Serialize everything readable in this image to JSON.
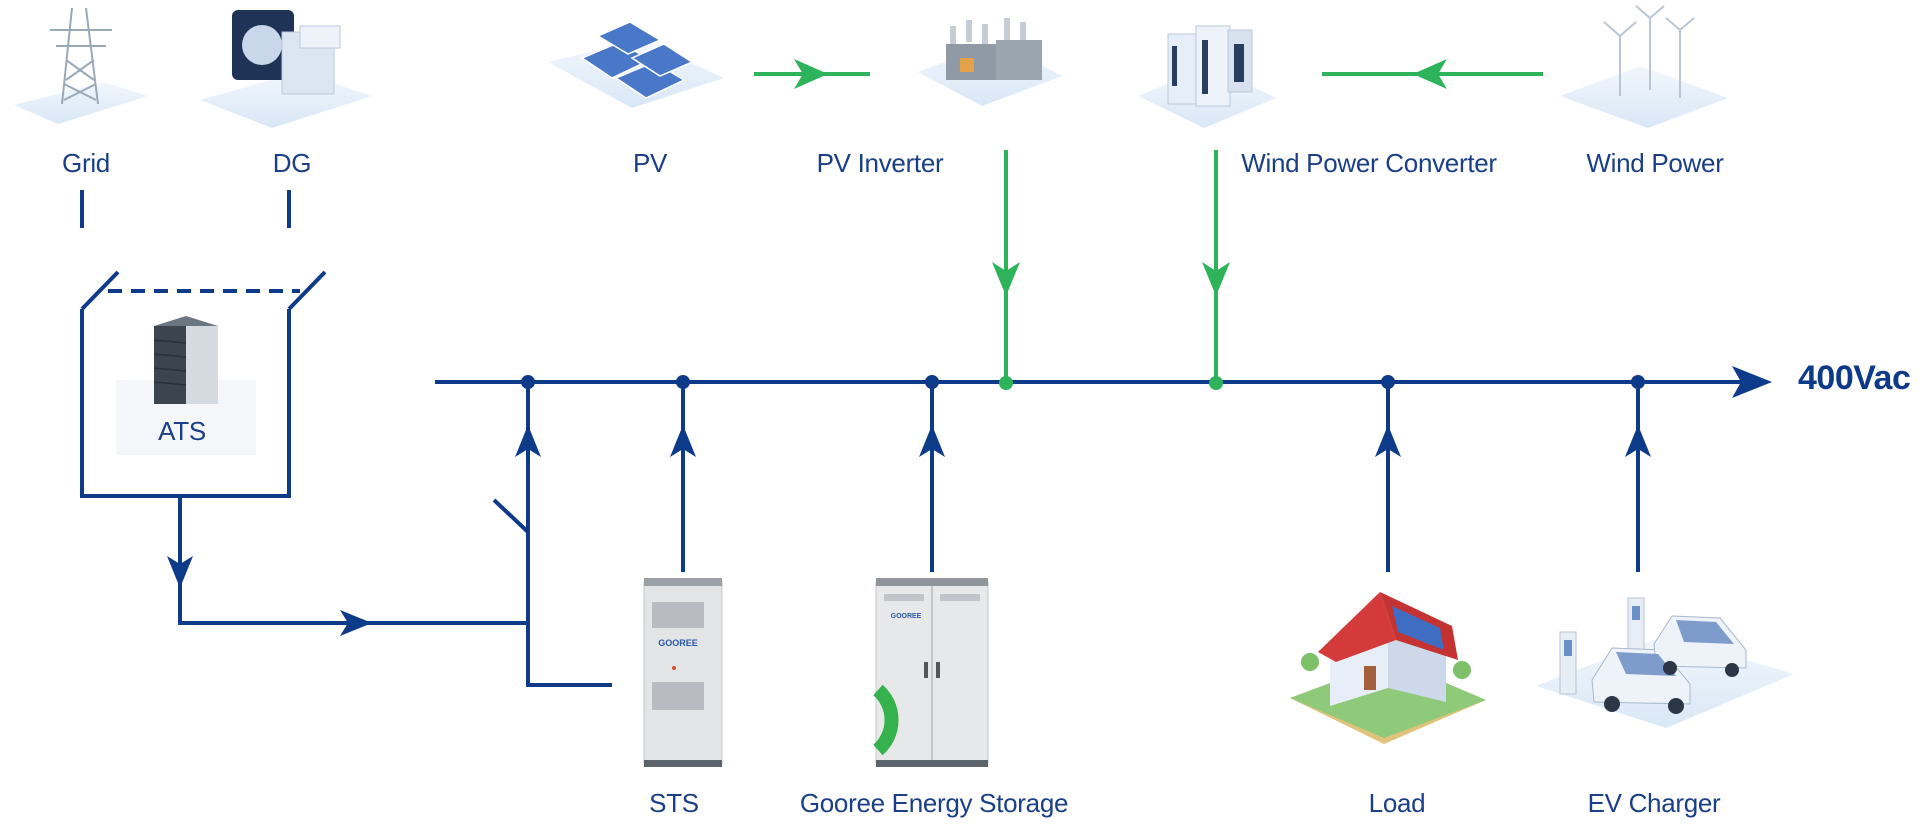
{
  "colors": {
    "bus": "#0e3a8a",
    "renewable": "#2db35a",
    "label": "#1a3f86"
  },
  "bus": {
    "label": "400Vac"
  },
  "nodes": {
    "grid": {
      "label": "Grid",
      "icon": "power-tower-icon"
    },
    "dg": {
      "label": "DG",
      "icon": "diesel-generator-icon"
    },
    "pv": {
      "label": "PV",
      "icon": "solar-panel-icon"
    },
    "pv_inverter": {
      "label": "PV Inverter",
      "icon": "inverter-icon"
    },
    "wind_converter": {
      "label": "Wind Power Converter",
      "icon": "converter-cabinet-icon"
    },
    "wind_power": {
      "label": "Wind Power",
      "icon": "wind-turbine-icon"
    },
    "ats": {
      "label": "ATS",
      "icon": "server-stack-icon"
    },
    "sts": {
      "label": "STS",
      "icon": "sts-cabinet-icon",
      "brand": "GOOREE"
    },
    "storage": {
      "label": "Gooree Energy Storage",
      "icon": "battery-cabinet-icon",
      "brand": "GOOREE"
    },
    "load": {
      "label": "Load",
      "icon": "house-icon"
    },
    "ev_charger": {
      "label": "EV Charger",
      "icon": "ev-charger-icon"
    }
  }
}
